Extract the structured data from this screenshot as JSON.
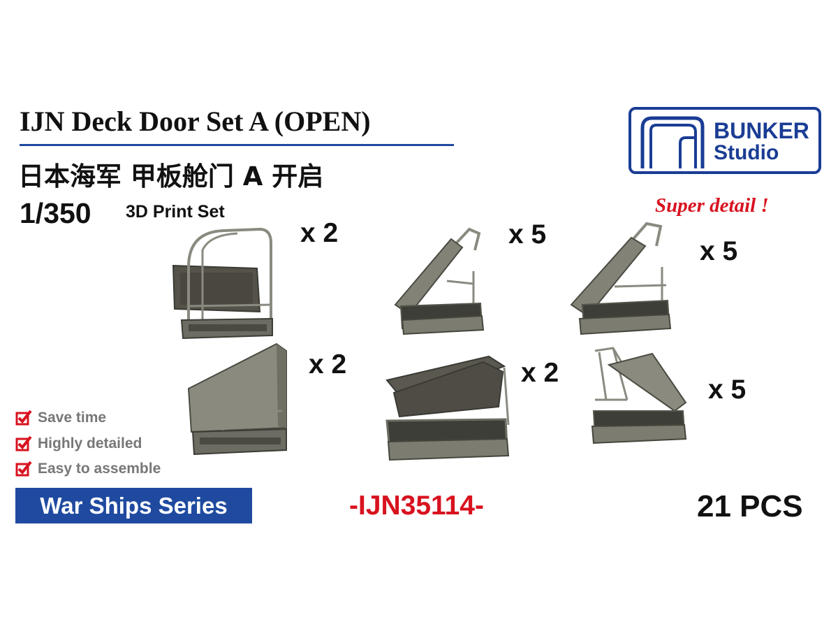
{
  "header": {
    "title": "IJN Deck Door Set A (OPEN)",
    "subtitle_cn": "日本海军 甲板舱门 A 开启",
    "scale": "1/350",
    "print_type": "3D Print Set"
  },
  "brand": {
    "name_line1": "BUNKER",
    "name_line2": "Studio",
    "color": "#1a3d94"
  },
  "tagline": "Super detail !",
  "parts": [
    {
      "quantity": "x 2"
    },
    {
      "quantity": "x 5"
    },
    {
      "quantity": "x 5"
    },
    {
      "quantity": "x 2"
    },
    {
      "quantity": "x 2"
    },
    {
      "quantity": "x 5"
    }
  ],
  "features": [
    {
      "label": "Save time",
      "icon": "checkbox-checked-icon"
    },
    {
      "label": "Highly detailed",
      "icon": "checkbox-checked-icon"
    },
    {
      "label": "Easy to assemble",
      "icon": "checkbox-checked-icon"
    }
  ],
  "series": "War Ships Series",
  "product_code": "-IJN35114-",
  "piece_count": "21 PCS",
  "colors": {
    "accent_blue": "#1f4aa0",
    "accent_red": "#d8121f",
    "model_grey": "#7f7f75"
  }
}
